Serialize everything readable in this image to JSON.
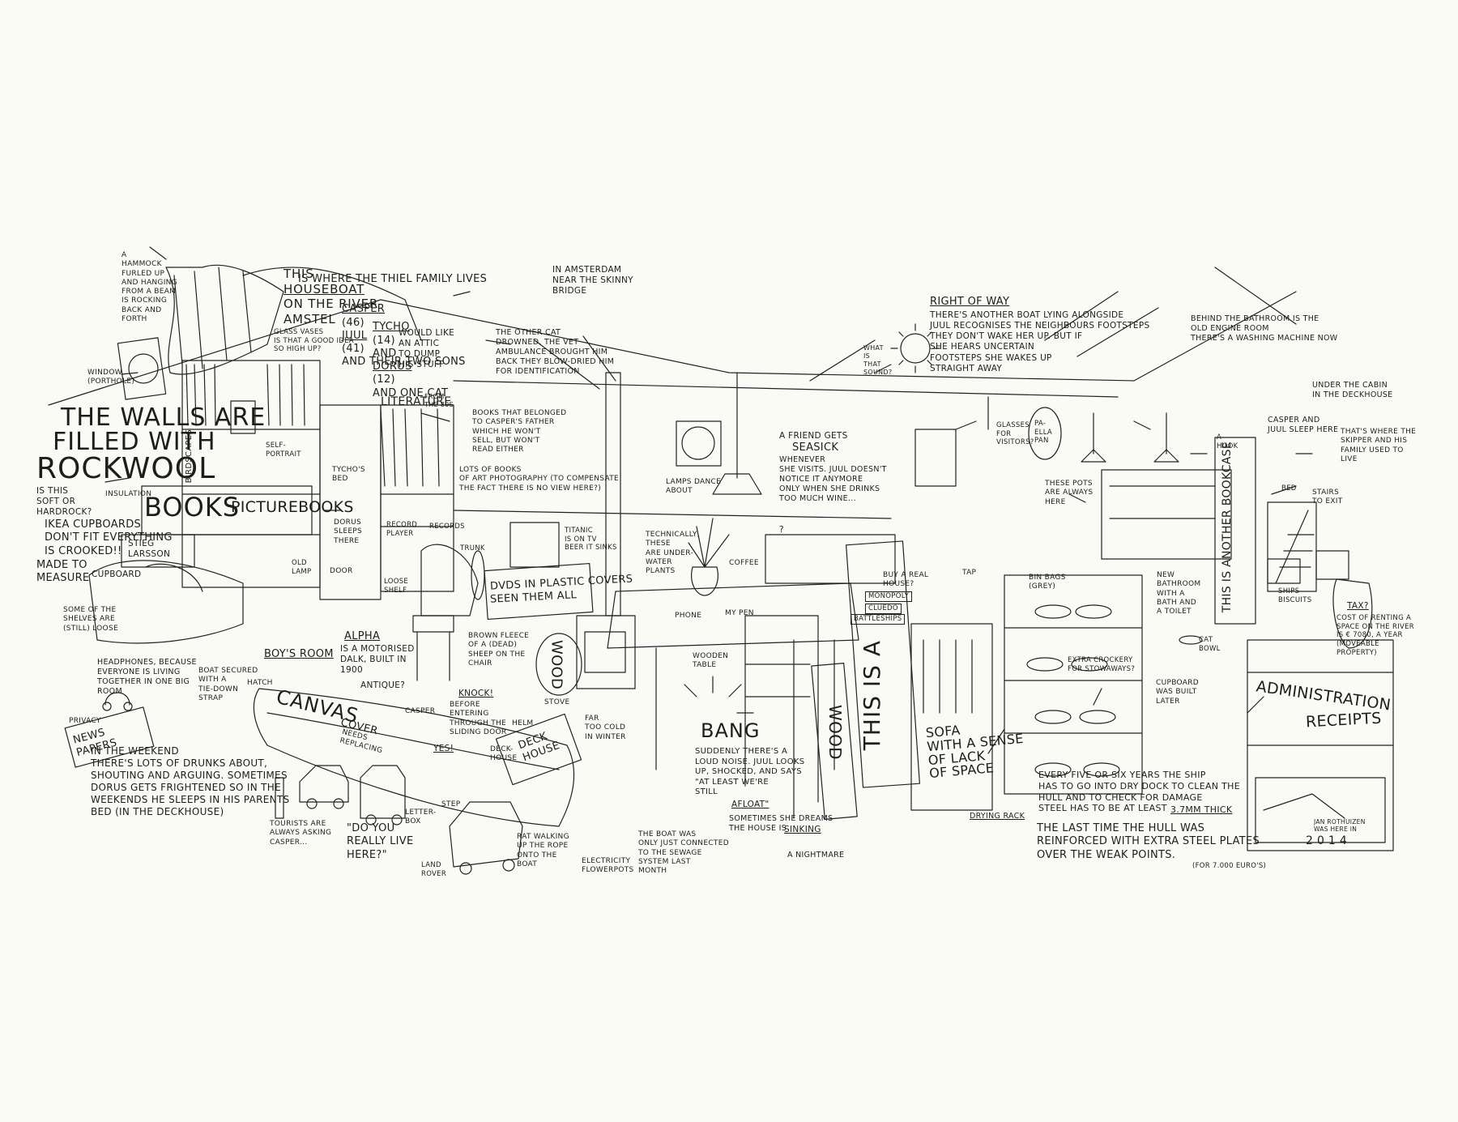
{
  "title": {
    "line1_a": "This",
    "houseboat": "houseboat",
    "line1_b": "on the river",
    "amstel": "Amstel",
    "line2": "is where the Thiel family lives",
    "casper": "Casper",
    "casper_age": "(46)",
    "juul": "Juul",
    "juul_age": "(41)",
    "line3_rest": "and their two sons",
    "tycho": "Tycho",
    "tycho_age": "(14)",
    "and": "and",
    "dorus": "Dorus",
    "dorus_age": "(12)",
    "line4_rest": "and one cat",
    "location": "In Amsterdam\nnear the Skinny\nBridge"
  },
  "left_annotations": {
    "hammock": "A\nhammock\nfurled up\nand hanging\nfrom a beam\nis rocking\nback and\nforth",
    "window": "Window\n(porthole)",
    "walls_1": "The walls are",
    "walls_2": "filled with",
    "walls_3": "Rockwool",
    "soft_or_hard": "Is this\nsoft or\nhardrock?",
    "insulation": "Insulation",
    "ikea": "IKEA cupboards\ndon't fit everything\nis crooked!!",
    "made_to_measure": "Made to\nmeasure",
    "cupboard": "cupboard",
    "shelves_loose": "Some of the\nshelves are\n(still) loose",
    "headphones": "Headphones, because\neveryone is living\ntogether in one big\nroom",
    "privacy": "Privacy",
    "newspapers": "News\npapers",
    "weekend": "In the weekend\nthere's lots of drunks about,\nshouting and arguing. Sometimes\nDorus gets frightened so in the\nweekends he sleeps in his parents\nbed (in the deckhouse)"
  },
  "bookshelf": {
    "glass_vases": "Glass vases\nis that a good idea\nso high up?",
    "would_like_attic": "Would like\nan attic\nto dump\nhis stuff",
    "birdscapes": "Birdscapes",
    "self_portrait": "Self-\nportrait",
    "books": "Books",
    "picturebooks": "Picturebooks",
    "stieg": "Stieg\nLarsson",
    "old_lamp": "Old\nlamp",
    "literature": "Literature",
    "from_the_80s": "from\nthe 80s",
    "tychos_bed": "Tycho's\nbed",
    "dorus_sleeps": "Dorus\nsleeps\nthere",
    "door": "Door",
    "record_player": "Record\nplayer",
    "records": "Records",
    "loose_shelf": "Loose\nshelf",
    "books_father": "Books that belonged\nto Casper's father\nwhich he won't\nsell, but won't\nread either",
    "photography": "Lots of books\nof art photography (to compensate\nthe fact there is no view here?)",
    "dvds": "DVDs in plastic covers",
    "seen_them_all": "Seen them all",
    "titanic": "Titanic\nis on TV\nbeer it sinks",
    "fleece": "Brown fleece\nof a (dead)\nsheep on the\nchair",
    "trunk": "Trunk"
  },
  "boat": {
    "boys_room": "Boy's room",
    "alpha": "Alpha",
    "alpha_desc": "is a motorised\ndalk, built in\n1900",
    "antique": "Antique?",
    "boat_secured": "Boat secured\nwith a\ntie-down\nstrap",
    "hatch": "Hatch",
    "canvas": "Canvas",
    "cover": "cover",
    "needs_replacing": "needs\nreplacing",
    "casper_label": "Casper",
    "yes": "Yes!",
    "knock": "Knock!",
    "before_entering": "Before\nentering\nthrough the\nsliding door",
    "helm": "Helm",
    "deckhouse": "Deck-\nhouse",
    "deck_house_sign": "Deck\nhouse",
    "far_too_cold": "Far\ntoo cold\nin winter",
    "stove": "Stove",
    "wood": "Wood",
    "letterbox": "Letter-\nbox",
    "step": "Step",
    "tourists": "Tourists are\nalways asking\nCasper...",
    "really_live": "\"Do you\nreally live\nhere?\"",
    "land_rover": "Land\nRover",
    "rat": "Rat walking\nup the rope\nonto the\nboat",
    "electricity": "Electricity\nflowerpots",
    "sewage": "The boat was\nonly just connected\nto the sewage\nsystem last\nmonth"
  },
  "center": {
    "cat": "The other cat\ndrowned. The vet\nambulance brought him\nback they blow-dried him\nfor identification",
    "lamps_dance": "Lamps dance\nabout",
    "underwater": "Technically,\nthese\nare under-\nwater\nplants",
    "coffee": "Coffee",
    "phone": "Phone",
    "my_pen": "My pen",
    "wooden_table": "Wooden\ntable",
    "seasick_1": "A friend gets",
    "seasick_word": "seasick",
    "seasick_2": "whenever\nshe visits. Juul doesn't\nnotice it anymore\nonly when she drinks\ntoo much wine...",
    "bang": "Bang",
    "bang_desc": "Suddenly there's a\nloud noise. Juul looks\nup, shocked, and says\n\"at least we're\nstill",
    "afloat": "afloat\"",
    "dreams": "Sometimes she dreams\nthe house is",
    "sinking": "sinking",
    "nightmare": "A nightmare",
    "wood_vertical": "Wood",
    "question": "?"
  },
  "right": {
    "right_of_way": "Right of way",
    "right_of_way_desc": "There's another boat lying alongside\nJuul recognises the neighbours footsteps\nthey don't wake her up. But if\nshe hears uncertain\nfootsteps she wakes up\nstraight away",
    "what_sound": "What\nis\nthat\nsound?",
    "glasses": "Glasses\nfor\nvisitors?",
    "paella": "Pa-\nella\npan",
    "bathroom": "Behind the bathroom is the\nold engine room\nThere's a washing machine now",
    "under_cabin": "Under the cabin\nin the deckhouse",
    "casper_juul_sleep": "Casper and\nJuul sleep here",
    "skipper": "That's where the\nskipper and his\nfamily used to\nlive",
    "hook": "A\nhook",
    "bed": "Bed",
    "stairs": "Stairs\nto exit",
    "pots": "These pots\nare always\nhere",
    "real_house": "Buy a real\nhouse?",
    "monopoly": "Monopoly",
    "cluedo": "Cluedo",
    "battleships": "Battleships",
    "tap": "Tap",
    "bin_bags": "Bin bags\n(grey)",
    "another_bookcase": "This is another bookcase",
    "new_bathroom": "New\nbathroom\nwith a\nbath and\na toilet",
    "ships_biscuits": "Ships\nbiscuits",
    "cat_bowl": "Cat\nbowl",
    "extra_crockery": "Extra crockery\nfor stowaways?",
    "cupboard_later": "Cupboard\nwas built\nlater",
    "tax": "Tax?",
    "tax_desc": "Cost of renting a\nspace on the river\nis € 7080, a year\n(moveable\nproperty)",
    "administration": "Administration",
    "receipts": "Receipts",
    "this_is_a": "This is a",
    "sofa": "Sofa\nwith a sense\nof lack\nof space",
    "drying_rack": "Drying rack",
    "dry_dock_1": "Every five or six years the ship\nhas to go into dry dock to clean the\nhull and to check for damage\nsteel has to be at least",
    "thick": "3.7mm thick",
    "last_time": "The last time the hull was\nreinforced with extra steel plates\nover the weak points.",
    "euros": "(for 7.000 euro's)",
    "jan": "Jan Rothuizen\nwas here in",
    "year": "2 0 1 4"
  },
  "colors": {
    "paper": "#fbfbf6",
    "ink": "#1d1d1d"
  }
}
